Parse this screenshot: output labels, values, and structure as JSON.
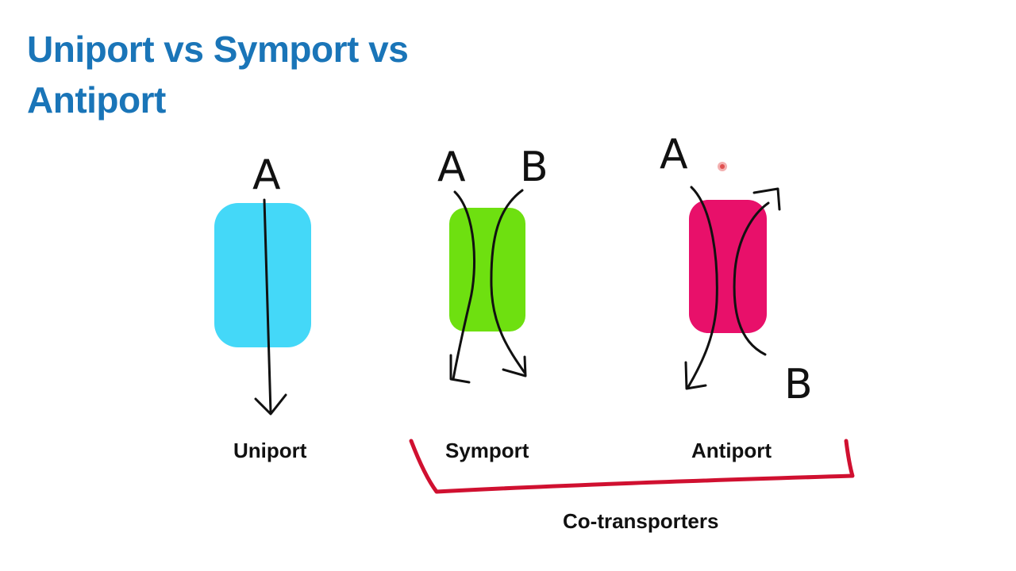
{
  "title": "Uniport vs Symport vs Antiport",
  "labels": {
    "uniport": "Uniport",
    "symport": "Symport",
    "antiport": "Antiport",
    "co_transporters": "Co-transporters"
  },
  "molecules": {
    "a": "A",
    "b": "B"
  },
  "colors": {
    "title": "#1a75b8",
    "uniport_protein": "#44d8f8",
    "symport_protein": "#6ee010",
    "antiport_protein": "#e8106a",
    "bracket": "#d01030",
    "cursor": "#e05050"
  },
  "icons": {
    "cursor": "laser-pointer-icon"
  }
}
